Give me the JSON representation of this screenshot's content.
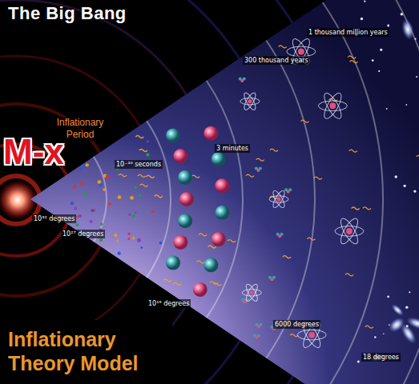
{
  "diagram": {
    "title": "The Big Bang",
    "caption": "Inflationary Theory Model",
    "labels": [
      "Inflationary Period",
      "M-x",
      "10⁻¹⁰ seconds",
      "3 minutes",
      "300 thousand years",
      "1 thousand million years",
      "10³² degrees",
      "10²⁷ degrees",
      "10¹⁵ degrees",
      "6000 degrees",
      "18 degrees"
    ]
  }
}
